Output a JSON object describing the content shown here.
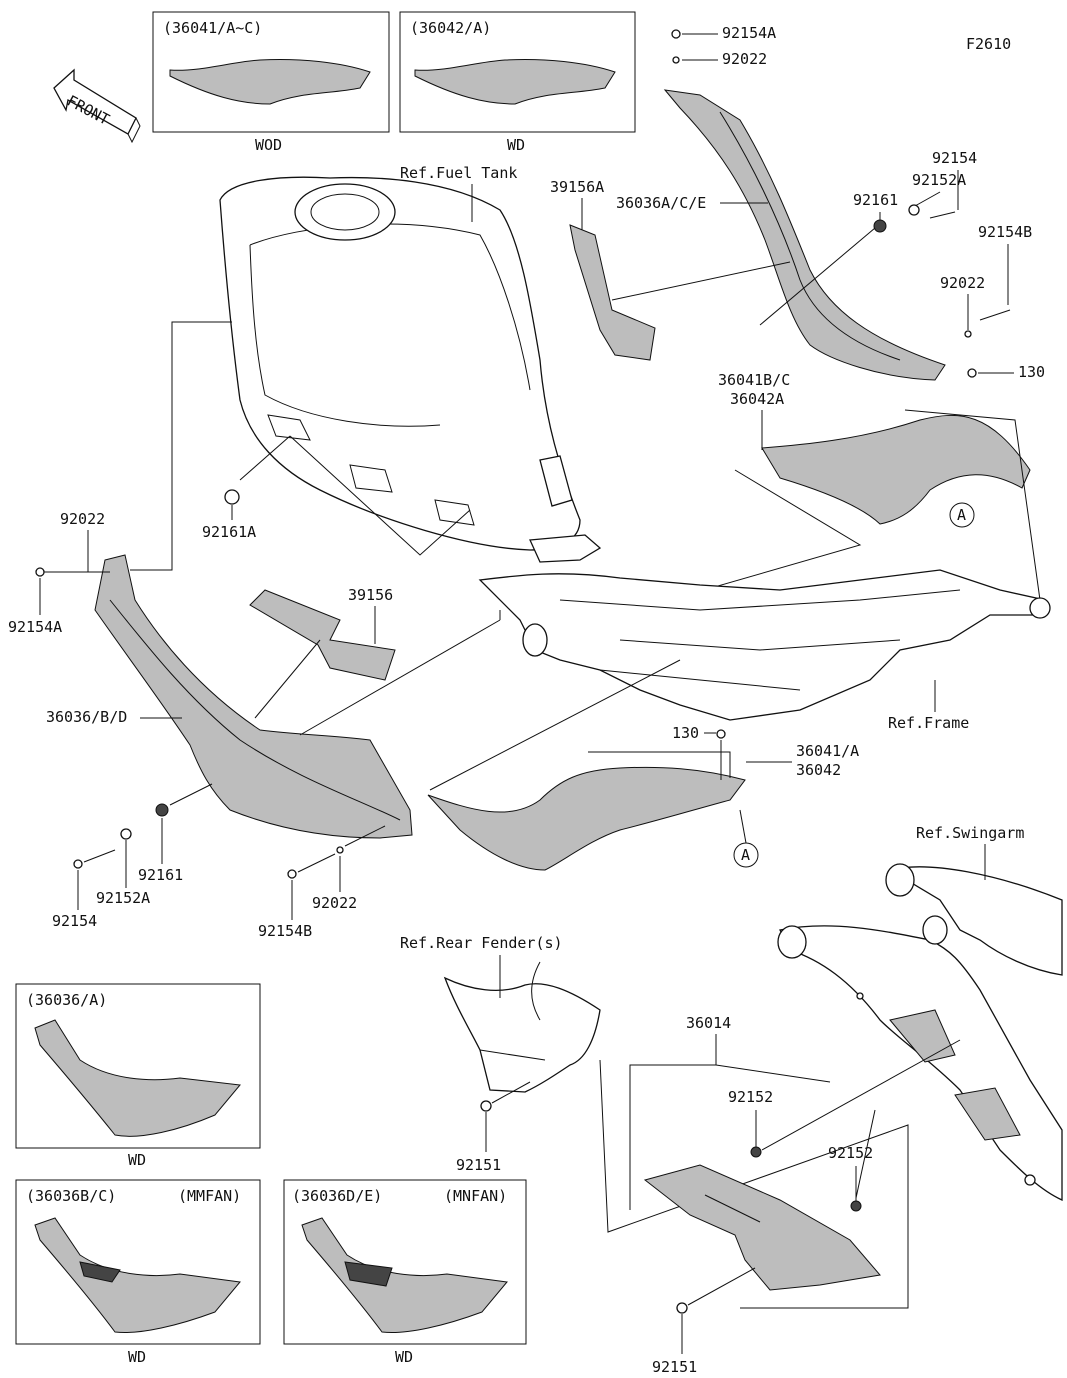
{
  "figure_code": "F2610",
  "front_arrow_label": "FRONT",
  "variant_boxes": [
    {
      "code": "(36041/A~C)",
      "variant": "",
      "caption": "WOD"
    },
    {
      "code": "(36042/A)",
      "variant": "",
      "caption": "WD"
    },
    {
      "code": "(36036/A)",
      "variant": "",
      "caption": "WD"
    },
    {
      "code": "(36036B/C)",
      "variant": "(MMFAN)",
      "caption": "WD"
    },
    {
      "code": "(36036D/E)",
      "variant": "(MNFAN)",
      "caption": "WD"
    }
  ],
  "reference_labels": {
    "fuel_tank": "Ref.Fuel Tank",
    "frame": "Ref.Frame",
    "swingarm": "Ref.Swingarm",
    "rear_fender": "Ref.Rear Fender(s)"
  },
  "callouts": {
    "c92154A_top": "92154A",
    "c92022_top": "92022",
    "c92154": "92154",
    "c92152A": "92152A",
    "c92161": "92161",
    "c36036ACE": "36036A/C/E",
    "c39156A": "39156A",
    "c92154B": "92154B",
    "c92022_r": "92022",
    "c130_r": "130",
    "c36041BC": "36041B/C",
    "c36042A": "36042A",
    "cA1": "A",
    "c92022_l": "92022",
    "c92154A_l": "92154A",
    "c92161A": "92161A",
    "c39156": "39156",
    "c36036BD": "36036/B/D",
    "c130_m": "130",
    "c36041A": "36041/A",
    "c36042": "36042",
    "cA2": "A",
    "c92161_b": "92161",
    "c92152A_b": "92152A",
    "c92154_b": "92154",
    "c92154B_b": "92154B",
    "c92022_b": "92022",
    "c92151_a": "92151",
    "c36014": "36014",
    "c92152_a": "92152",
    "c92152_b": "92152",
    "c92151_b": "92151"
  }
}
